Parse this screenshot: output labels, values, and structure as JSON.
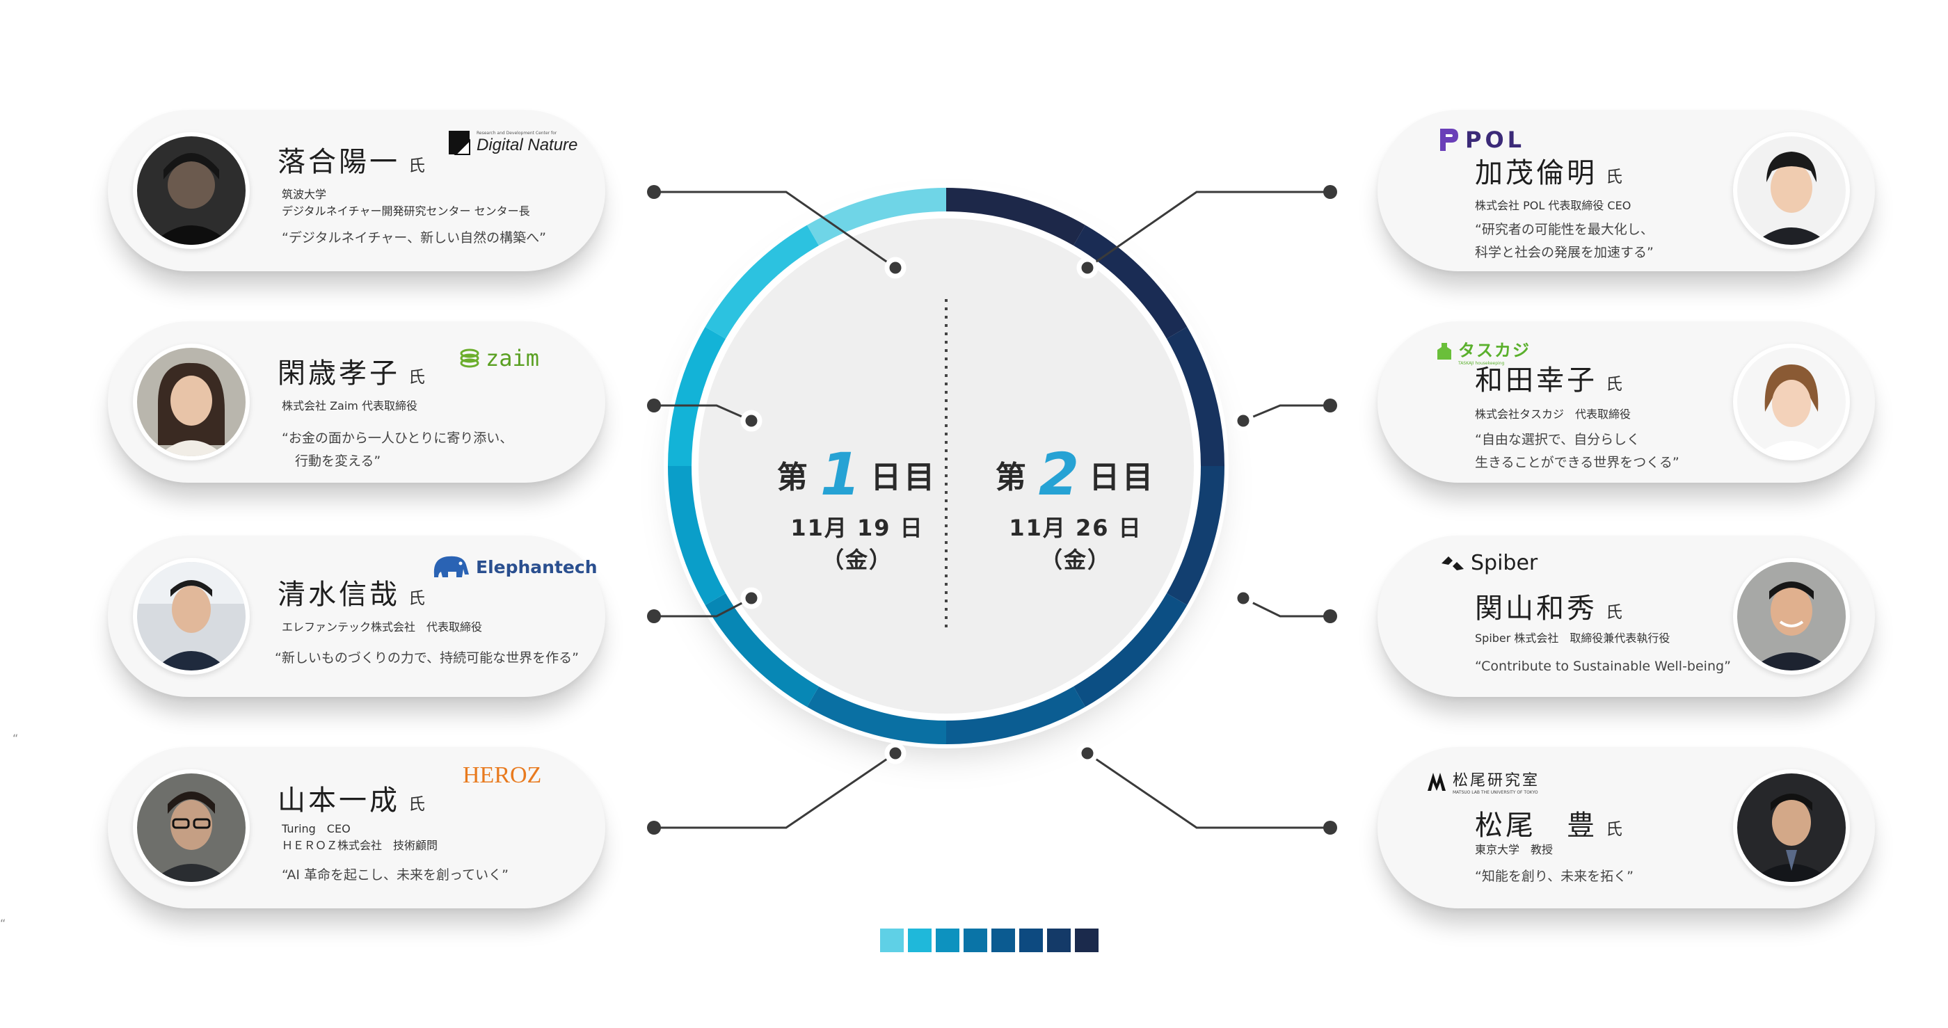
{
  "center": {
    "day1": {
      "prefix": "第",
      "number": "1",
      "suffix": "日目",
      "date": "11月 19 日（金）"
    },
    "day2": {
      "prefix": "第",
      "number": "2",
      "suffix": "日目",
      "date": "11月 26 日（金）"
    }
  },
  "speakers": {
    "ochiai": {
      "name": "落合陽一",
      "honorific": "氏",
      "info": "筑波大学\nデジタルネイチャー開発研究センター センター長",
      "quote": "“デジタルネイチャー、新しい自然の構築へ”",
      "logo_small": "Research and Development Center for",
      "logo": "Digital Nature"
    },
    "kan": {
      "name": "閑歳孝子",
      "honorific": "氏",
      "info": "株式会社 Zaim 代表取締役",
      "quote": "“お金の面から一人ひとりに寄り添い、\n　行動を変える”",
      "logo": "zaim"
    },
    "shimizu": {
      "name": "清水信哉",
      "honorific": "氏",
      "info": "エレファンテック株式会社　代表取締役",
      "quote": "“新しいものづくりの力で、持続可能な世界を作る”",
      "logo": "Elephantech"
    },
    "yamamoto": {
      "name": "山本一成",
      "honorific": "氏",
      "info": "Turing　CEO\nＨＥＲＯＺ株式会社　技術顧問",
      "quote": "“AI 革命を起こし、未来を創っていく”",
      "logo": "HEROZ"
    },
    "kamo": {
      "name": "加茂倫明",
      "honorific": "氏",
      "info": "株式会社 POL 代表取締役 CEO",
      "quote": "“研究者の可能性を最大化し、\n科学と社会の発展を加速する”",
      "logo": "POL"
    },
    "wada": {
      "name": "和田幸子",
      "honorific": "氏",
      "info": "株式会社タスカジ　代表取締役",
      "quote": "“自由な選択で、自分らしく\n生きることができる世界をつくる”",
      "logo": "タスカジ",
      "logo_small": "TASKAJI housekeeping"
    },
    "sekiyama": {
      "name": "関山和秀",
      "honorific": "氏",
      "info": "Spiber 株式会社　取締役兼代表執行役",
      "quote": "“Contribute to Sustainable Well-being”",
      "logo": "Spiber"
    },
    "matsuo": {
      "name": "松尾　豊",
      "honorific": "氏",
      "info": "東京大学　教授",
      "quote": "“知能を創り、未来を拓く”",
      "logo": "松尾研究室",
      "logo_small": "MATSUO LAB THE UNIVERSITY OF TOKYO"
    }
  },
  "colors": {
    "ring_segments": [
      "#6fd5e7",
      "#2cc2e0",
      "#13b3d7",
      "#0a9ec9",
      "#0787b5",
      "#0a70a3",
      "#0b5d92",
      "#0c4f84",
      "#123f70",
      "#17335f",
      "#1a2c54",
      "#1d2849"
    ],
    "palette": [
      "#5fd0e6",
      "#1fb8da",
      "#0d92bf",
      "#0a74a7",
      "#0b5b91",
      "#0d4a80",
      "#143a68",
      "#1b2a4c"
    ],
    "accent": "#26a2d4",
    "line": "#3a3a3a"
  },
  "stray_marks": [
    "“",
    "“"
  ]
}
